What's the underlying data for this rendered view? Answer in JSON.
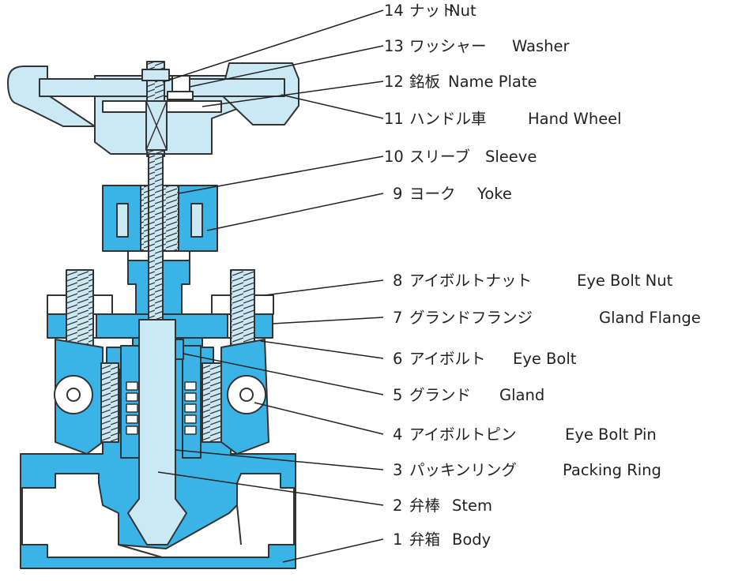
{
  "colors": {
    "body_blue": "#3ab4e6",
    "stem_light": "#cbe9f5",
    "outline": "#333333",
    "label_text": "#222222"
  },
  "parts": [
    {
      "no": "14",
      "ja": "ナット",
      "en": "Nut"
    },
    {
      "no": "13",
      "ja": "ワッシャー",
      "en": "Washer"
    },
    {
      "no": "12",
      "ja": "銘板",
      "en": "Name Plate"
    },
    {
      "no": "11",
      "ja": "ハンドル車",
      "en": "Hand Wheel"
    },
    {
      "no": "10",
      "ja": "スリーブ",
      "en": "Sleeve"
    },
    {
      "no": "9",
      "ja": "ヨーク",
      "en": "Yoke"
    },
    {
      "no": "8",
      "ja": "アイボルトナット",
      "en": "Eye Bolt Nut"
    },
    {
      "no": "7",
      "ja": "グランドフランジ",
      "en": "Gland Flange"
    },
    {
      "no": "6",
      "ja": "アイボルト",
      "en": "Eye Bolt"
    },
    {
      "no": "5",
      "ja": "グランド",
      "en": "Gland"
    },
    {
      "no": "4",
      "ja": "アイボルトピン",
      "en": "Eye Bolt Pin"
    },
    {
      "no": "3",
      "ja": "パッキンリング",
      "en": "Packing Ring"
    },
    {
      "no": "2",
      "ja": "弁棒",
      "en": "Stem"
    },
    {
      "no": "1",
      "ja": "弁箱",
      "en": "Body"
    }
  ]
}
